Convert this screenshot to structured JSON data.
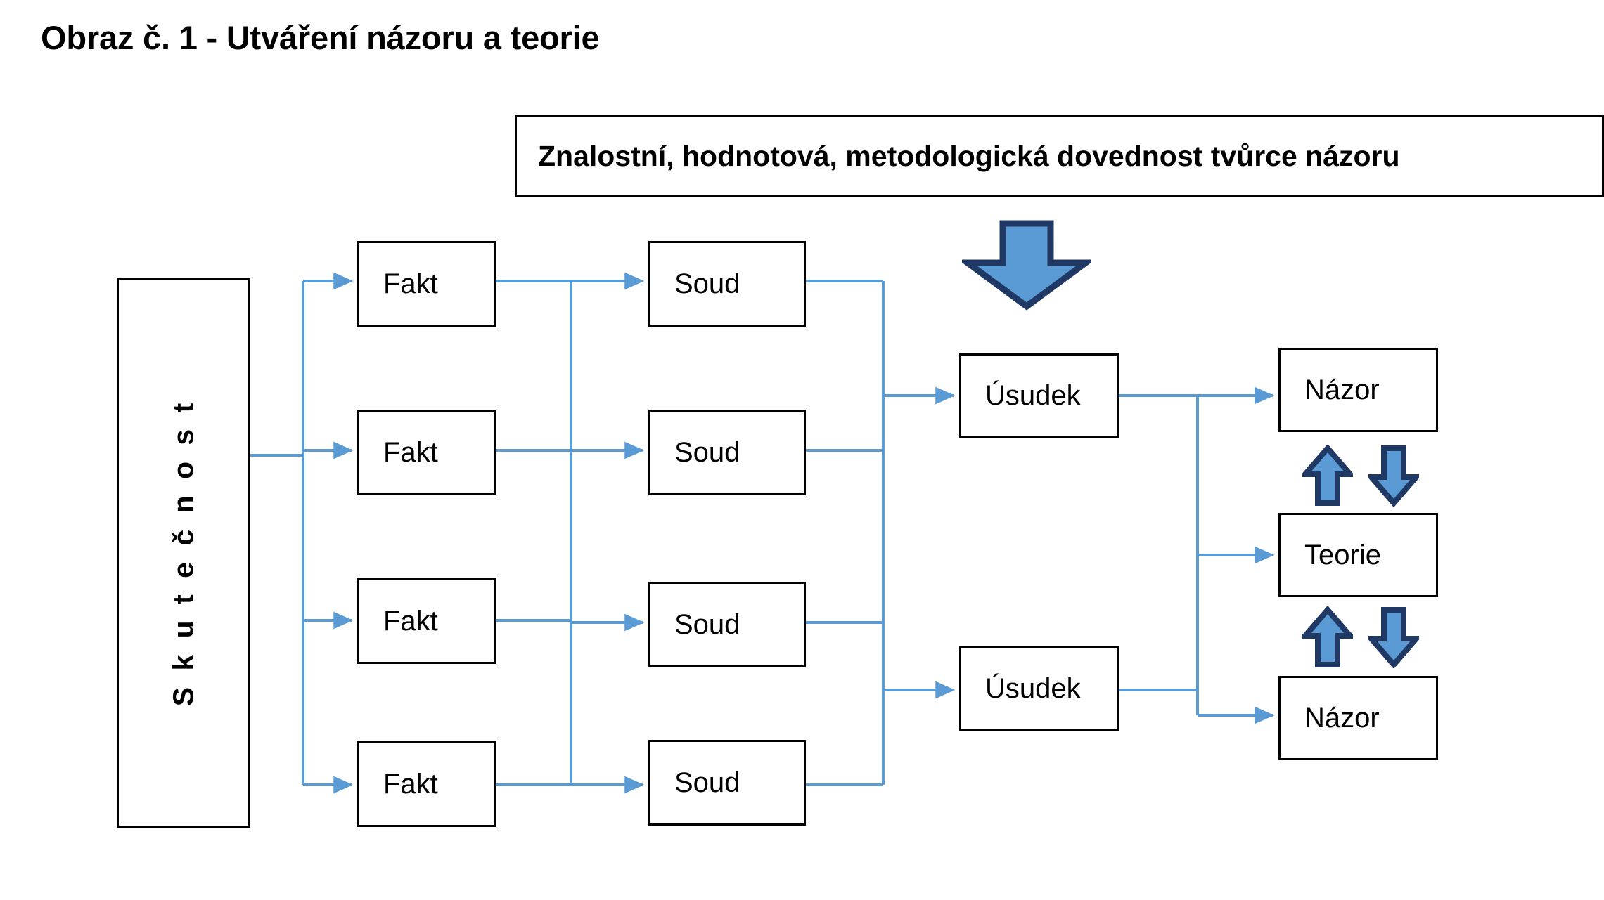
{
  "figure": {
    "title": "Obraz č. 1 - Utváření názoru a teorie",
    "banner": "Znalostní, hodnotová, metodologická dovednost tvůrce názoru",
    "reality_label": "S k u t e č n o s t"
  },
  "colors": {
    "connector": "#5B9BD5",
    "arrow_fill": "#5B9BD5",
    "arrow_stroke": "#1F3864",
    "box_border": "#000000",
    "box_fill": "#FFFFFF",
    "text": "#000000"
  },
  "nodes": {
    "facts": [
      {
        "label": "Fakt"
      },
      {
        "label": "Fakt"
      },
      {
        "label": "Fakt"
      },
      {
        "label": "Fakt"
      }
    ],
    "judgements": [
      {
        "label": "Soud"
      },
      {
        "label": "Soud"
      },
      {
        "label": "Soud"
      },
      {
        "label": "Soud"
      }
    ],
    "inferences": [
      {
        "label": "Úsudek"
      },
      {
        "label": "Úsudek"
      }
    ],
    "opinion_top": {
      "label": "Názor"
    },
    "theory": {
      "label": "Teorie"
    },
    "opinion_bottom": {
      "label": "Názor"
    }
  },
  "arrows": {
    "skill_down": {
      "name": "down-block-arrow",
      "direction": "down"
    },
    "opinion_theory_up": {
      "name": "up-block-arrow",
      "direction": "up"
    },
    "opinion_theory_down": {
      "name": "down-block-arrow",
      "direction": "down"
    },
    "theory_opinion_up": {
      "name": "up-block-arrow",
      "direction": "up"
    },
    "theory_opinion_down": {
      "name": "down-block-arrow",
      "direction": "down"
    }
  }
}
